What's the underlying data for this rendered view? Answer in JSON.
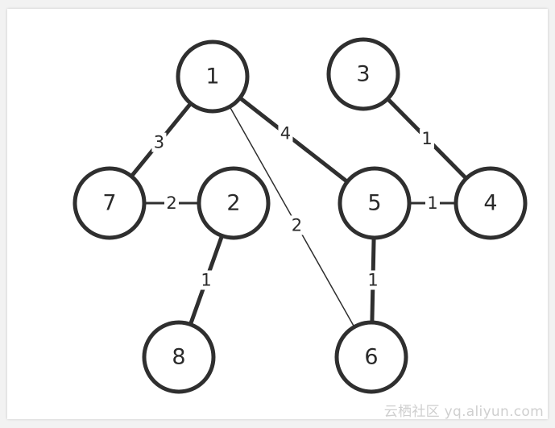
{
  "graph": {
    "nodes": [
      {
        "id": "1",
        "label": "1"
      },
      {
        "id": "2",
        "label": "2"
      },
      {
        "id": "3",
        "label": "3"
      },
      {
        "id": "4",
        "label": "4"
      },
      {
        "id": "5",
        "label": "5"
      },
      {
        "id": "6",
        "label": "6"
      },
      {
        "id": "7",
        "label": "7"
      },
      {
        "id": "8",
        "label": "8"
      }
    ],
    "edges": [
      {
        "from": "1",
        "to": "7",
        "weight": "3",
        "style": "thick"
      },
      {
        "from": "1",
        "to": "5",
        "weight": "4",
        "style": "thick"
      },
      {
        "from": "1",
        "to": "6",
        "weight": "2",
        "style": "thin"
      },
      {
        "from": "3",
        "to": "4",
        "weight": "1",
        "style": "thick"
      },
      {
        "from": "7",
        "to": "2",
        "weight": "2",
        "style": "medium"
      },
      {
        "from": "5",
        "to": "4",
        "weight": "1",
        "style": "medium"
      },
      {
        "from": "2",
        "to": "8",
        "weight": "1",
        "style": "thick"
      },
      {
        "from": "5",
        "to": "6",
        "weight": "1",
        "style": "thick"
      }
    ]
  },
  "watermark": "云栖社区 yq.aliyun.com",
  "colors": {
    "stroke": "#2f2f2f",
    "background": "#ffffff"
  }
}
